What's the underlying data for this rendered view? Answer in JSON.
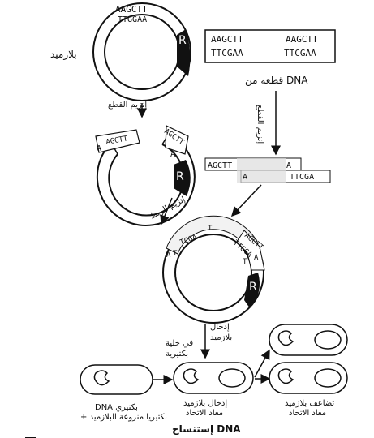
{
  "plasmid": {
    "label": "بلازميد",
    "seq_top": "AAGCTT",
    "seq_bottom": "TTGGAA",
    "marker": "R"
  },
  "dna_fragment": {
    "label": "قطعة من DNA",
    "left_top": "AAGCTT",
    "left_bottom": "TTCGAA",
    "right_top": "AAGCTT",
    "right_bottom": "TTCGAA"
  },
  "steps": {
    "cut_enzyme_left": "إنزيم القطع",
    "cut_enzyme_right": "إنزيم القطع",
    "ligase": "إنزيم الربط",
    "insert_line1": "إدخال",
    "insert_line2": "بلازميد",
    "insert_line3": "في خلية",
    "insert_line4": "بكتيرية"
  },
  "cut_plasmid": {
    "end_left_top": "A",
    "end_left_seq": "AGCTT",
    "end_right_seq": "AGCTT",
    "end_right_a": "A",
    "marker": "R"
  },
  "cut_fragment": {
    "top_left": "AGCTT",
    "top_right": "A",
    "bottom_left": "A",
    "bottom_right": "TTCGA"
  },
  "recombinant": {
    "seq1": "TCGA",
    "seq2": "A",
    "seq3": "T",
    "seq4": "T",
    "seq5": "AGCTT",
    "seq6": "TTCGA",
    "seq7": "A",
    "seq8": "T",
    "marker": "R"
  },
  "cells": {
    "bacteria_label1": "DNA بكتيري",
    "bacteria_label2": "+ بكتيريا منزوعة البلازميد",
    "inserted_label1": "إدخال بلازميد",
    "inserted_label2": "معاد الاتحاد",
    "replicate_label1": "تضاعف بلازميد",
    "replicate_label2": "معاد الاتحاد"
  },
  "title": "إستنساخ DNA"
}
